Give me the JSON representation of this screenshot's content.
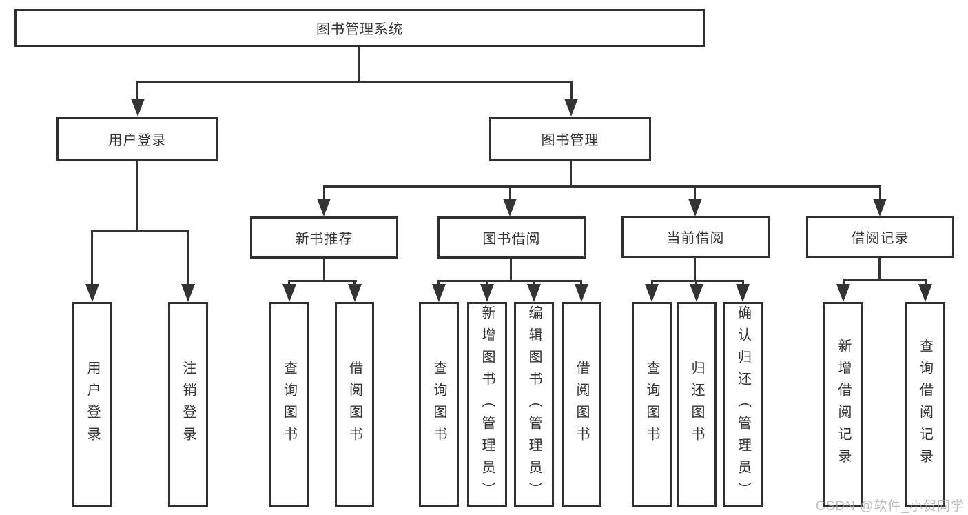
{
  "diagram_title": "图书管理系统",
  "nodes": {
    "root": "图书管理系统",
    "user_login": "用户登录",
    "book_mgmt": "图书管理",
    "new_rec": "新书推荐",
    "book_borrow": "图书借阅",
    "current_borrow": "当前借阅",
    "borrow_records": "借阅记录",
    "leaf_user_login": "用户登录",
    "leaf_logout": "注销登录",
    "rec_query": "查询图书",
    "rec_borrow": "借阅图书",
    "bor_query": "查询图书",
    "bor_add": "新增图书（管理员）",
    "bor_edit": "编辑图书（管理员）",
    "bor_borrow": "借阅图书",
    "cur_query": "查询图书",
    "cur_return": "归还图书",
    "cur_confirm": "确认归还（管理员）",
    "rcd_add": "新增借阅记录",
    "rcd_query": "查询借阅记录"
  },
  "watermark": "CSDN @软件_小贺同学",
  "colors": {
    "line": "#333333",
    "text": "#333333",
    "box_border": "#2f2f2f",
    "watermark": "#a5a5a5"
  }
}
